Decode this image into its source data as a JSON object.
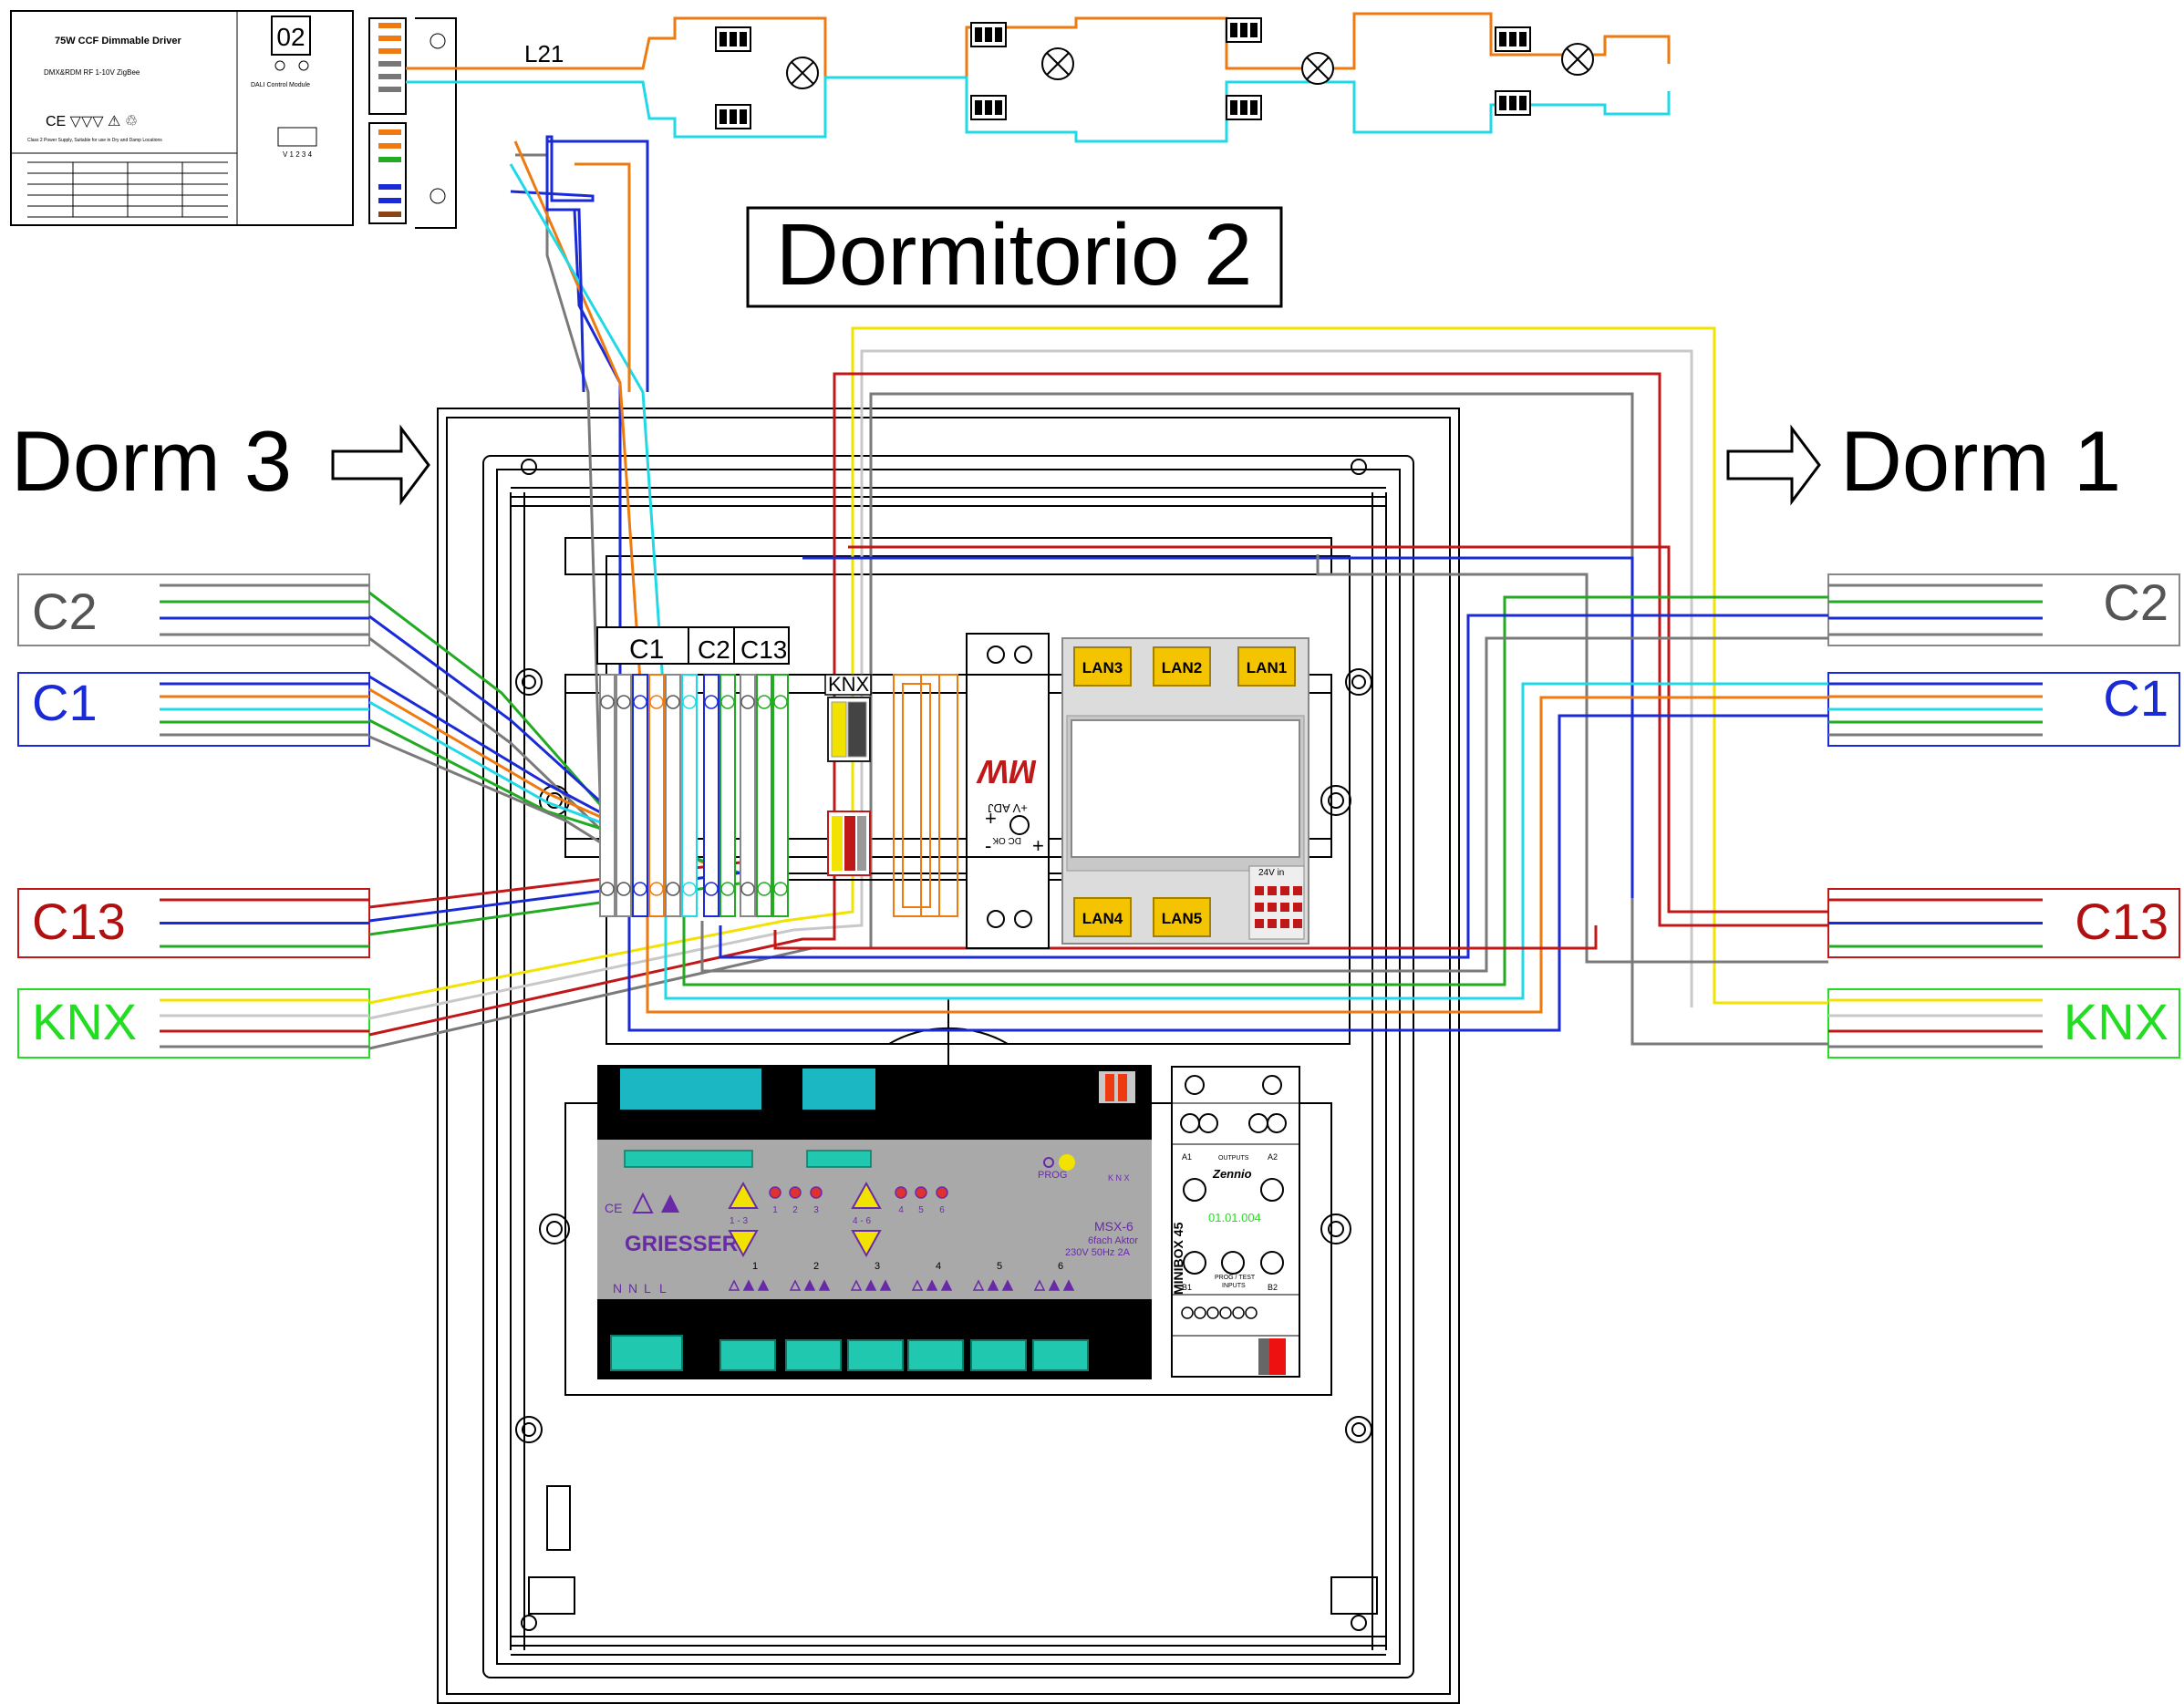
{
  "title": "Dormitorio 2",
  "directions": {
    "left": "Dorm 3",
    "right": "Dorm 1"
  },
  "circuit_label": "L21",
  "bus_groups": [
    {
      "id": "c2",
      "label": "C2",
      "color": "#555555",
      "wires": [
        "#7a7a7a",
        "#22aa22",
        "#1a2ad6",
        "#7a7a7a"
      ]
    },
    {
      "id": "c1",
      "label": "C1",
      "color": "#1a2ad6",
      "wires": [
        "#1a2ad6",
        "#ee7a10",
        "#20d8e6",
        "#22aa22",
        "#7a7a7a"
      ]
    },
    {
      "id": "c13",
      "label": "C13",
      "color": "#b01010",
      "wires": [
        "#c01818",
        "#1a2ad6",
        "#22aa22"
      ]
    },
    {
      "id": "knx",
      "label": "KNX",
      "color": "#22dd22",
      "wires": [
        "#f2e200",
        "#c8c8c8",
        "#c01818",
        "#7a7a7a"
      ]
    }
  ],
  "terminal_labels": [
    "C1",
    "C2",
    "C13",
    "KNX"
  ],
  "psu": {
    "brand": "MW",
    "output": "+V ADJ",
    "model": "DC OK"
  },
  "router": {
    "ports": [
      "LAN3",
      "LAN2",
      "LAN1",
      "LAN4",
      "LAN5"
    ],
    "power": "24V in"
  },
  "dali_driver": {
    "title": "75W CCF Dimmable Driver",
    "box": "02",
    "module": "DALI Control Module",
    "protocols": "DMX&RDM  RF  1-10V  ZigBee",
    "marks": "CE ▽▽▽ ⚠ ♲",
    "dip": "V 1 2 3 4",
    "note": "Class 2 Power Supply, Suitable for use in Dry and Damp Locations"
  },
  "actuator": {
    "brand": "GRIESSER",
    "model": "MSX-6",
    "desc": "6fach Aktor",
    "rating": "230V 50Hz 2A",
    "prog": "PROG",
    "knx": "K N X",
    "channels": [
      "1",
      "2",
      "3",
      "4",
      "5",
      "6"
    ],
    "group_a": "1 - 3",
    "group_b": "4 - 6",
    "supply": [
      "N",
      "N",
      "L",
      "L"
    ]
  },
  "minibox": {
    "name": "MINIBOX 45",
    "address": "01.01.004",
    "outputs": "OUTPUTS",
    "inputs": "INPUTS",
    "prog": "PROG / TEST",
    "a1": "A1",
    "a2": "A2",
    "b1": "B1",
    "b2": "B2",
    "brand": "Zennio"
  }
}
